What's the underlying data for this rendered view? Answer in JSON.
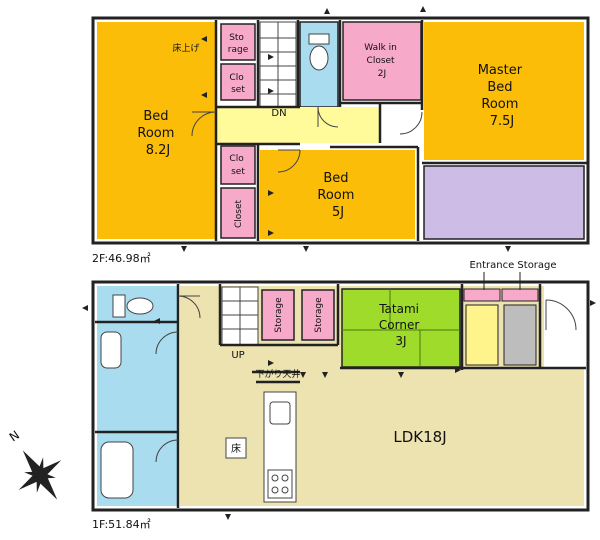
{
  "floor2": {
    "area_label": "2F:46.98㎡",
    "bed_room_1": [
      "Bed",
      "Room",
      "8.2J"
    ],
    "storage": [
      "Sto",
      "rage"
    ],
    "raised_floor": "床上げ",
    "closet_1": [
      "Clo",
      "set"
    ],
    "dn": "DN",
    "walk_in_closet": [
      "Walk in",
      "Closet",
      "2J"
    ],
    "master_bed_room": [
      "Master",
      "Bed",
      "Room",
      "7.5J"
    ],
    "closet_2": [
      "Clo",
      "set"
    ],
    "closet_3": "Closet",
    "bed_room_2": [
      "Bed",
      "Room",
      "5J"
    ]
  },
  "floor1": {
    "area_label": "1F:51.84㎡",
    "entrance_storage": "Entrance Storage",
    "storage_1": "Storage",
    "storage_2": "Storage",
    "tatami_corner": [
      "Tatami",
      "Corner",
      "3J"
    ],
    "up": "UP",
    "dropped_ceiling": "下がり天井",
    "floor_mark": "床",
    "ldk": "LDK18J"
  },
  "compass": {
    "north": "N"
  },
  "colors": {
    "bedroom": "#fbbd08",
    "closet": "#f6a9c8",
    "hall": "#fffb9a",
    "wash": "#a9dcef",
    "balcony": "#cdbde6",
    "tatami": "#9edb2b",
    "ldk": "#ece3b0",
    "entrance_yellow": "#fff38c",
    "entrance_gray": "#bdbdbd",
    "wall": "#222222"
  }
}
